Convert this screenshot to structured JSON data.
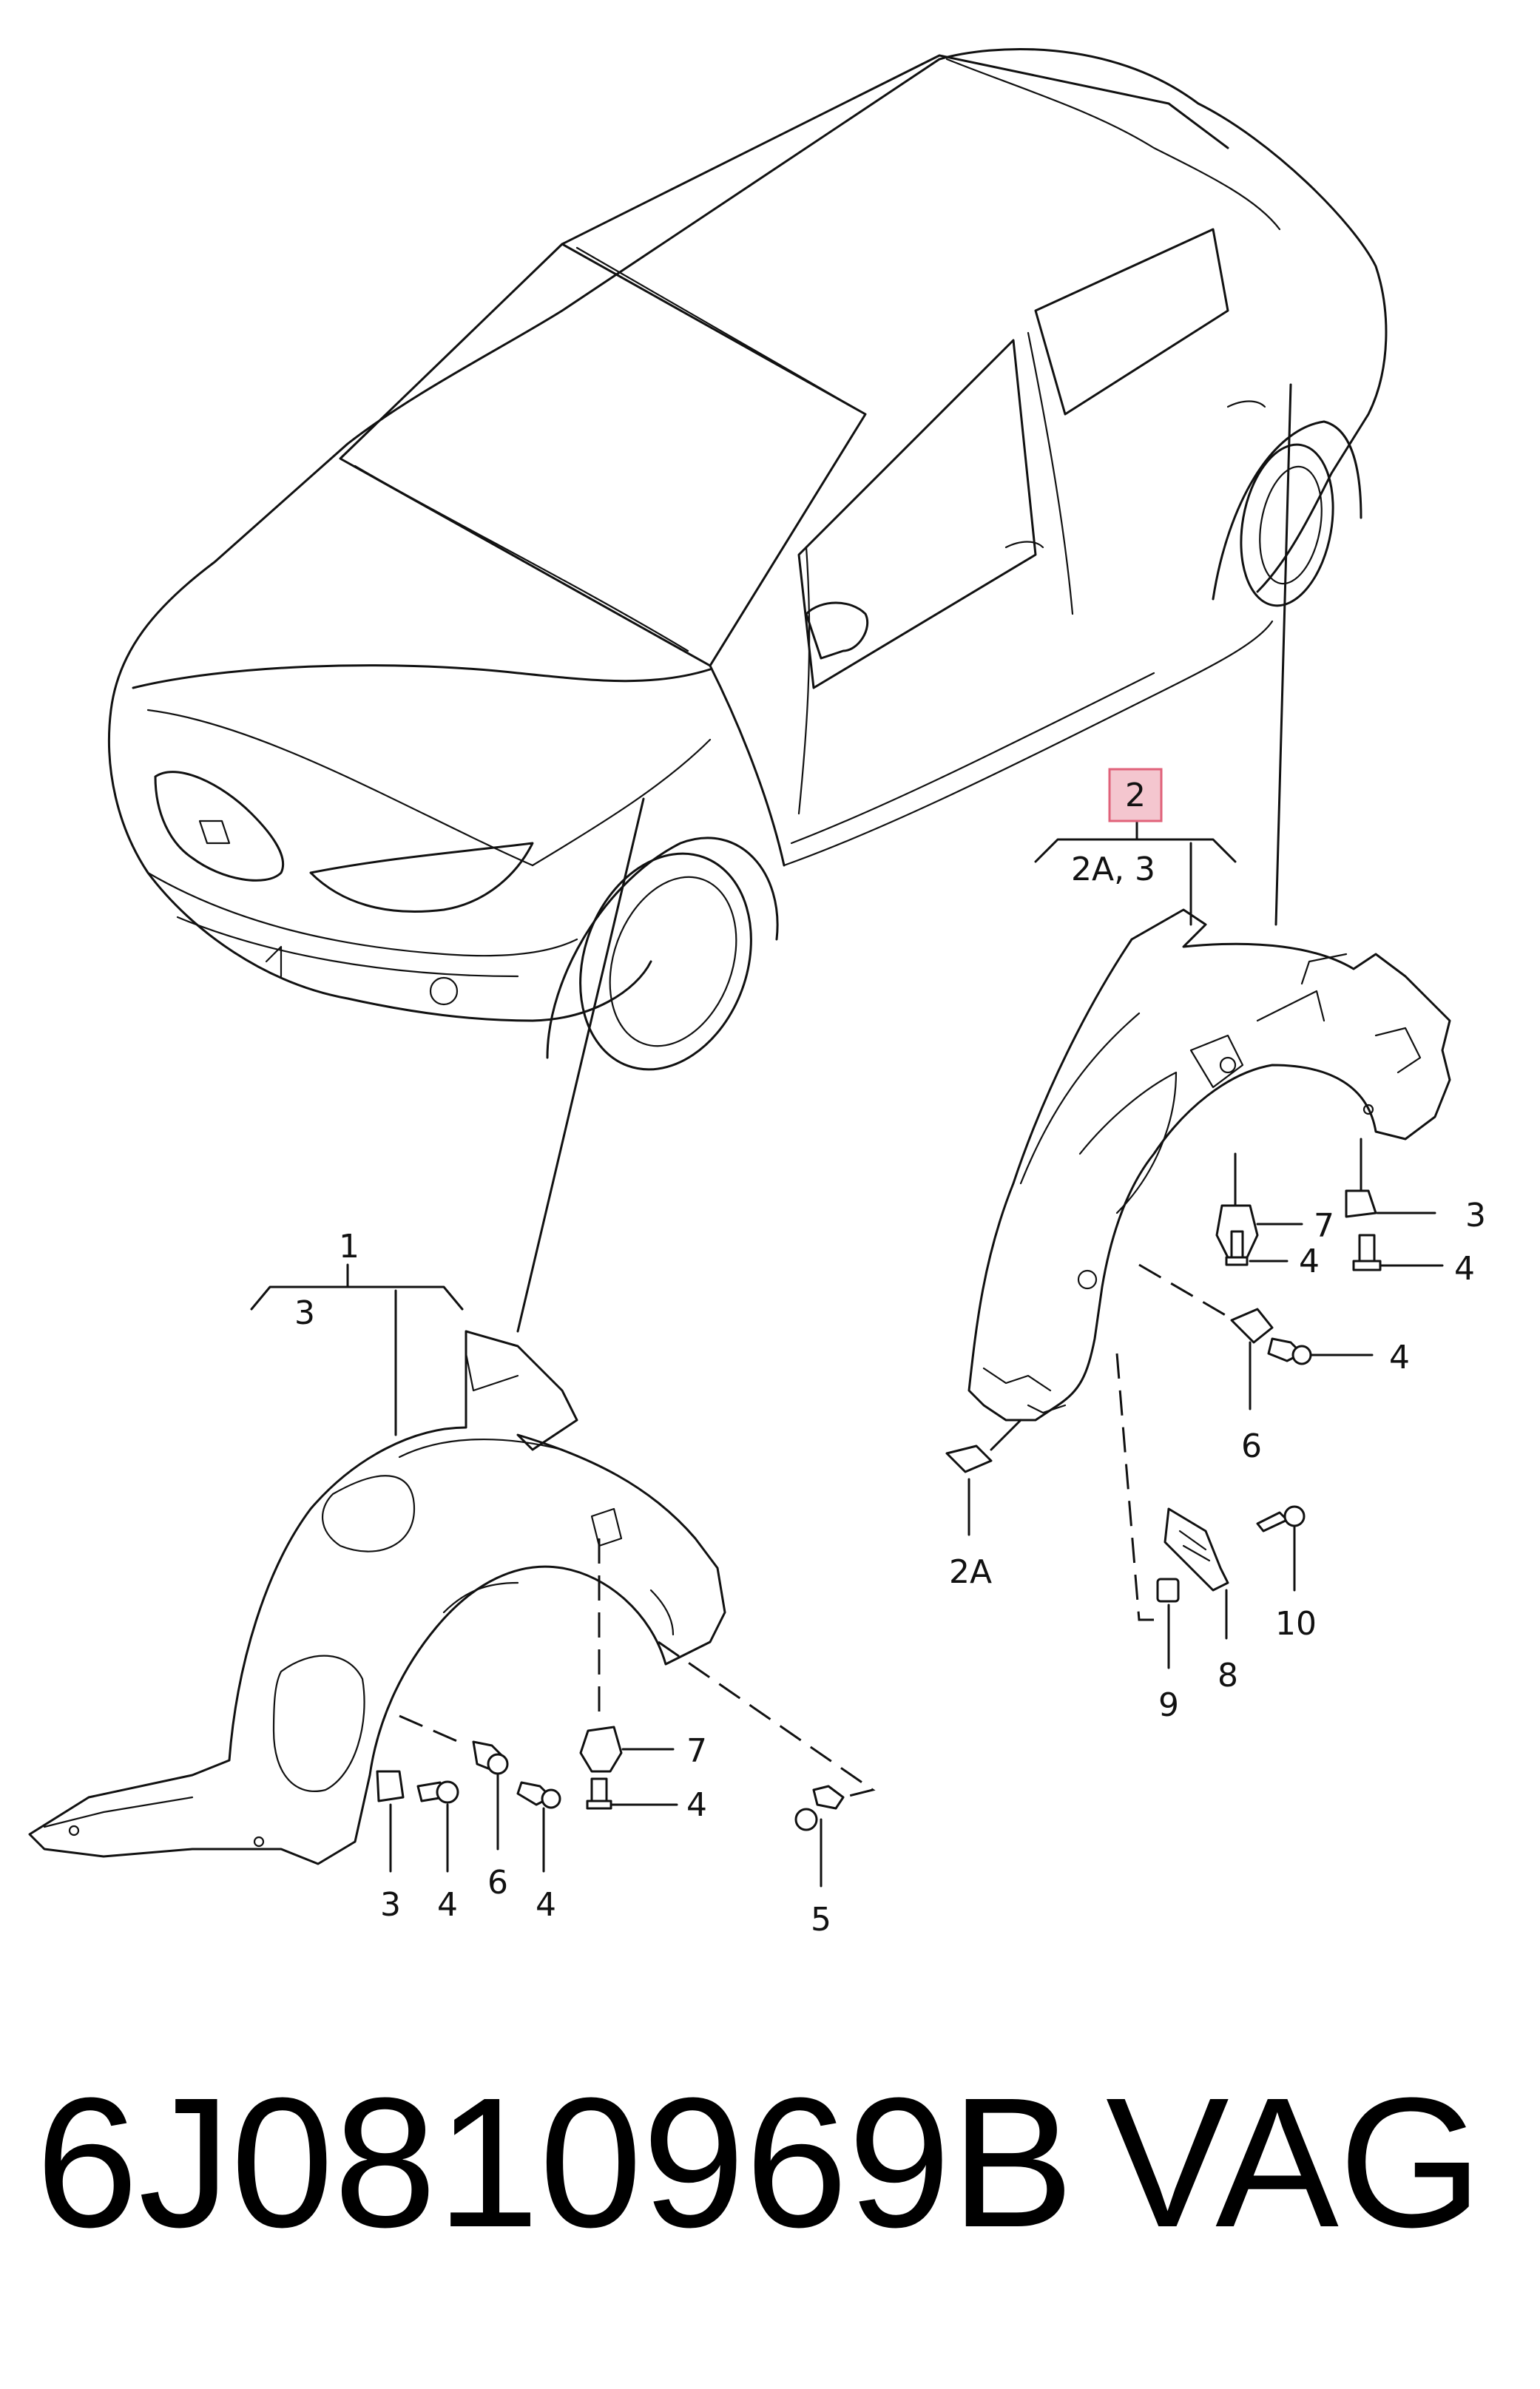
{
  "labels": {
    "part_1": "1",
    "part_2": "2",
    "sub_2a_3": "2A, 3",
    "sub_3": "3",
    "r_7": "7",
    "r_4a": "4",
    "r_3": "3",
    "r_4b": "4",
    "r_4c": "4",
    "r_6": "6",
    "r_2a": "2A",
    "r_10": "10",
    "r_9": "9",
    "r_8": "8",
    "l_7": "7",
    "l_4a": "4",
    "l_3": "3",
    "l_4b": "4",
    "l_6": "6",
    "l_4c": "4",
    "l_5": "5"
  },
  "part_number": "6J0810969B",
  "brand": "VAG",
  "highlight_color": "#f4c6cf"
}
